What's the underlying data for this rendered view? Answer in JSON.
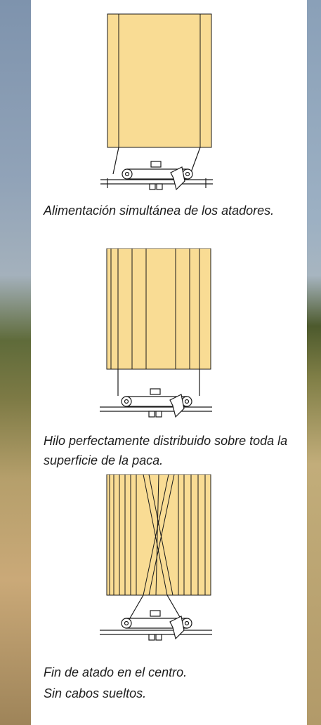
{
  "captions": {
    "first": "Alimentación simultánea de los atadores.",
    "second": "Hilo perfectamente distribuido sobre toda la superficie de la paca.",
    "third_line1": "Fin de atado en el centro.",
    "third_line2": "Sin cabos sueltos."
  },
  "colors": {
    "bale": "#f9dc94",
    "line": "#1a1a1a",
    "panel": "#ffffff"
  },
  "icons": [
    "bale-diagram",
    "knotter-mechanism-icon"
  ]
}
